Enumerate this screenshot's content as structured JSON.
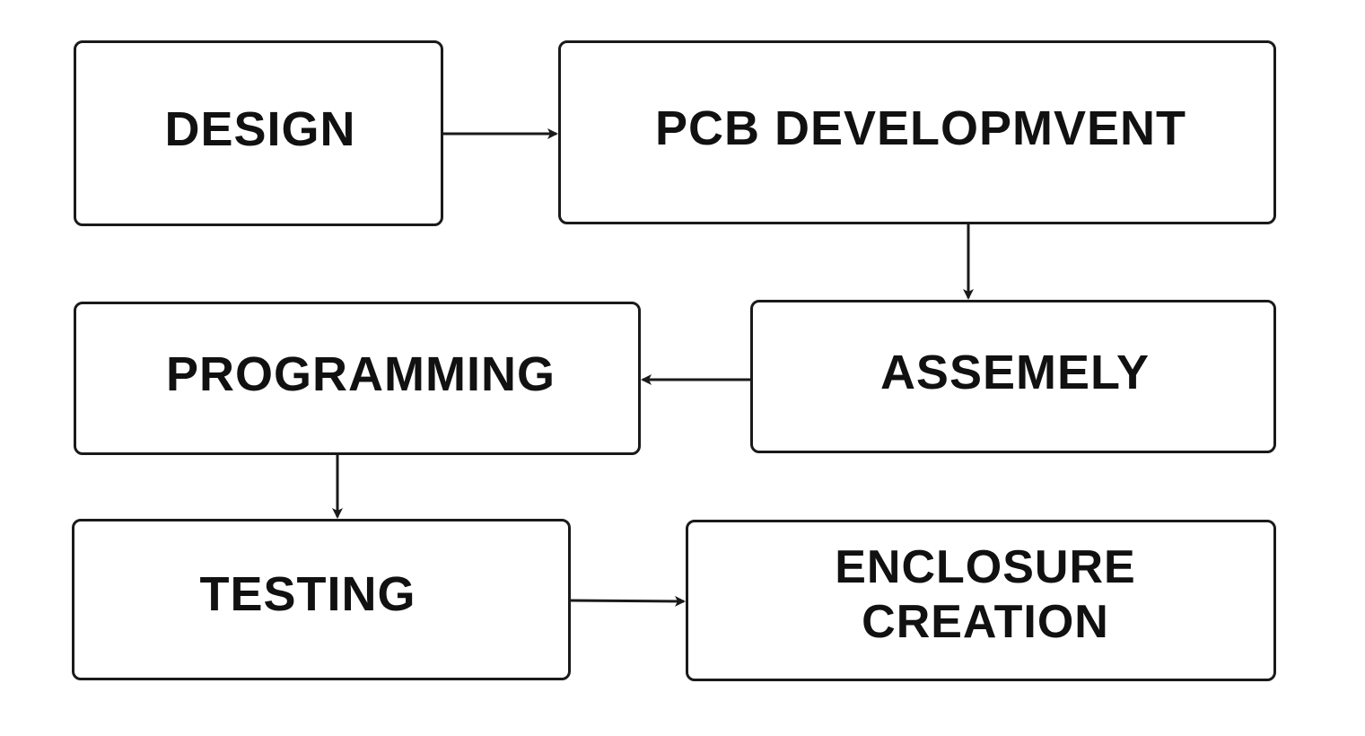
{
  "diagram": {
    "type": "flowchart",
    "steps": {
      "design": "DESIGN",
      "pcb_development": "PCB DEVELOPMVENT",
      "assembly": "ASSEMELY",
      "programming": "PROGRAMMING",
      "testing": "TESTING",
      "enclosure_creation": "ENCLOSURE\nCREATION"
    },
    "connections": [
      {
        "from": "DESIGN",
        "to": "PCB DEVELOPMVENT"
      },
      {
        "from": "PCB DEVELOPMVENT",
        "to": "ASSEMELY"
      },
      {
        "from": "ASSEMELY",
        "to": "PROGRAMMING"
      },
      {
        "from": "PROGRAMMING",
        "to": "TESTING"
      },
      {
        "from": "TESTING",
        "to": "ENCLOSURE CREATION"
      }
    ],
    "colors": {
      "stroke": "#1a1a1a",
      "text": "#111111",
      "background": "#ffffff"
    }
  }
}
